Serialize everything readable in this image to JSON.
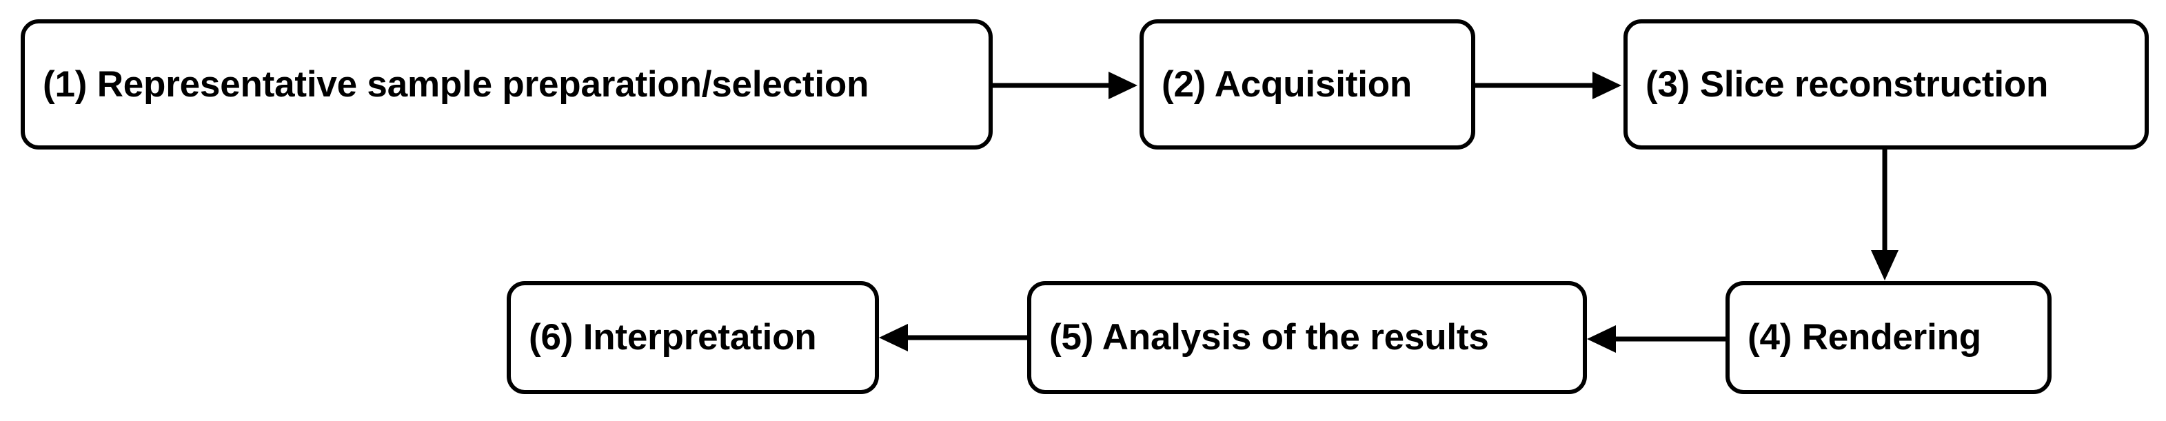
{
  "diagram": {
    "title": "Workflow flowchart",
    "background_color": "#ffffff",
    "stroke_color": "#000000",
    "node_fill_color": "#ffffff",
    "nodes": [
      {
        "id": "1",
        "label": "(1) Representative sample preparation/selection"
      },
      {
        "id": "2",
        "label": "(2) Acquisition"
      },
      {
        "id": "3",
        "label": "(3) Slice reconstruction"
      },
      {
        "id": "4",
        "label": "(4) Rendering"
      },
      {
        "id": "5",
        "label": "(5) Analysis of the results"
      },
      {
        "id": "6",
        "label": "(6) Interpretation"
      }
    ],
    "edges": [
      {
        "from": "1",
        "to": "2",
        "direction": "right"
      },
      {
        "from": "2",
        "to": "3",
        "direction": "right"
      },
      {
        "from": "3",
        "to": "4",
        "direction": "down"
      },
      {
        "from": "4",
        "to": "5",
        "direction": "left"
      },
      {
        "from": "5",
        "to": "6",
        "direction": "left"
      }
    ]
  }
}
